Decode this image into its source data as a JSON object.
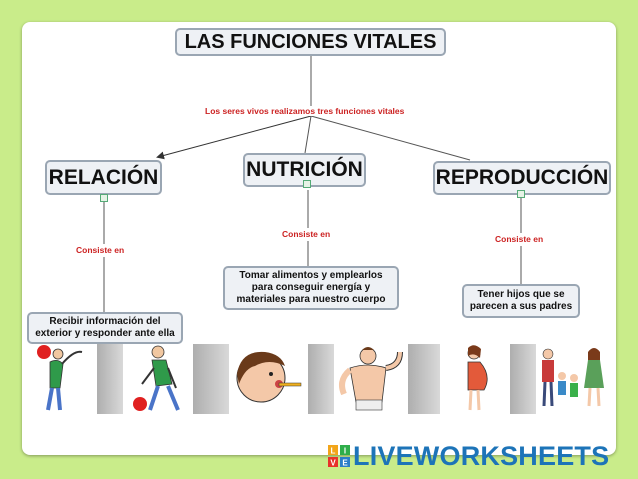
{
  "title": "LAS FUNCIONES VITALES",
  "intro_link": "Los seres vivos realizamos tres funciones vitales",
  "functions": [
    {
      "name": "RELACIÓN",
      "link": "Consiste en",
      "description": "Recibir información del exterior y responder ante ella"
    },
    {
      "name": "NUTRICIÓN",
      "link": "Consiste en",
      "description": "Tomar alimentos y emplearlos para conseguir energía y materiales para nuestro cuerpo"
    },
    {
      "name": "REPRODUCCIÓN",
      "link": "Consiste en",
      "description": "Tener hijos que se parecen a sus padres"
    }
  ],
  "branding": {
    "logo_text": "LIVEWORKSHEETS",
    "logo_letters": [
      "L",
      "I",
      "V",
      "E"
    ]
  },
  "colors": {
    "background": "#c9ec8a",
    "link_text": "#cc2222",
    "logo": "#1d74b8"
  }
}
